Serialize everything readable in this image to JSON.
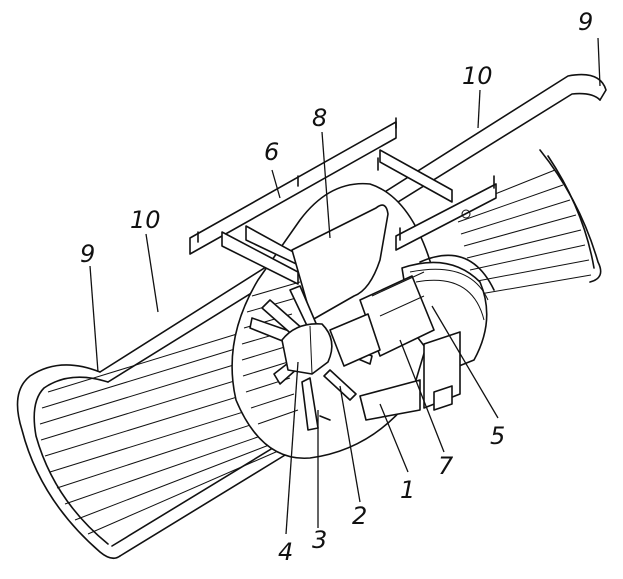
{
  "labels": {
    "one": "1",
    "two": "2",
    "three": "3",
    "four": "4",
    "five": "5",
    "six": "6",
    "seven": "7",
    "eight": "8",
    "nine_right": "9",
    "nine_left": "9",
    "ten_right": "10",
    "ten_left": "10"
  },
  "colors": {
    "line": "#111111",
    "background": "#ffffff"
  }
}
